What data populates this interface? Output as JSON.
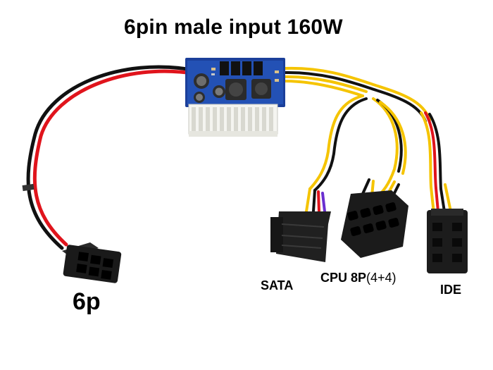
{
  "title": "6pin male input 160W",
  "connectors": {
    "input": "6p",
    "sata": "SATA",
    "cpu": "CPU 8P",
    "cpu_suffix": "(4+4)",
    "ide": "IDE"
  }
}
